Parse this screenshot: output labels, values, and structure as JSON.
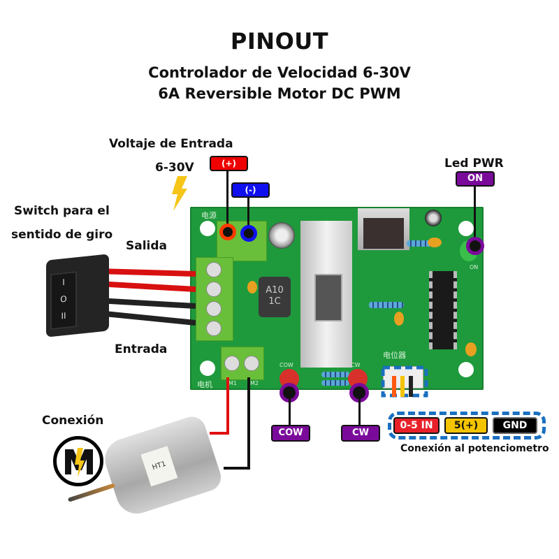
{
  "header": {
    "title": "PINOUT",
    "subtitle_line1": "Controlador de Velocidad 6-30V",
    "subtitle_line2": "6A Reversible Motor DC PWM"
  },
  "labels": {
    "input_voltage": "Voltaje de Entrada",
    "voltage_range": "6-30V",
    "switch_line1": "Switch para el",
    "switch_line2": "sentido de giro",
    "output": "Salida",
    "input": "Entrada",
    "connection": "Conexión",
    "led_pwr": "Led PWR",
    "pot_connection": "Conexión al potenciometro"
  },
  "tags": {
    "positive": "(+)",
    "negative": "(-)",
    "led_on": "ON",
    "cow": "COW",
    "cw": "CW",
    "pot_signal": "0-5 IN",
    "pot_vcc": "5(+)",
    "pot_gnd": "GND"
  },
  "board_silkscreen": {
    "power": "电源",
    "motor": "电机",
    "m1": "M1",
    "m2": "M2",
    "pot": "电位器",
    "cow": "COW",
    "cw": "CW",
    "on": "ON",
    "diode": "A10 1C"
  },
  "motor_label": "HT1",
  "colors": {
    "positive": "#ee0000",
    "negative": "#1010ee",
    "purple": "#7a0a9a",
    "pcb": "#1e9a3c",
    "terminal": "#6abf3a",
    "pot_signal": "#e8202a",
    "pot_vcc": "#f4c400",
    "pot_gnd": "#000000",
    "dash_blue": "#1a6fc0",
    "bolt": "#f5c518"
  }
}
